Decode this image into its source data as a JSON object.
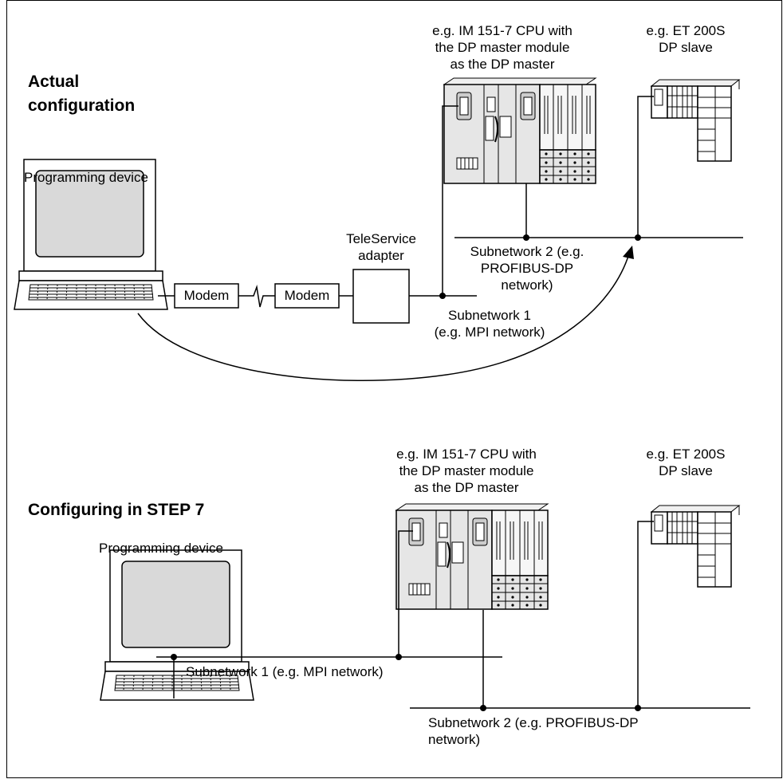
{
  "top": {
    "heading_line1": "Actual",
    "heading_line2": "configuration",
    "cpu_line1": "e.g. IM 151-7 CPU with",
    "cpu_line2": "the DP master module",
    "cpu_line3": "as the DP master",
    "slave_line1": "e.g. ET 200S",
    "slave_line2": "DP slave",
    "pg_label": "Programming device",
    "modem_left": "Modem",
    "modem_right": "Modem",
    "teleservice_line1": "TeleService",
    "teleservice_line2": "adapter",
    "subnet2_line1": "Subnetwork 2 (e.g.",
    "subnet2_line2": "PROFIBUS-DP",
    "subnet2_line3": "network)",
    "subnet1_line1": "Subnetwork 1",
    "subnet1_line2": "(e.g. MPI network)"
  },
  "bottom": {
    "heading": "Configuring in STEP 7",
    "cpu_line1": "e.g. IM 151-7 CPU with",
    "cpu_line2": "the DP master module",
    "cpu_line3": "as the DP master",
    "slave_line1": "e.g. ET 200S",
    "slave_line2": "DP slave",
    "pg_label": "Programming device",
    "subnet2_line1": "Subnetwork 2 (e.g. PROFIBUS-DP",
    "subnet2_line2": "network)",
    "subnet1": "Subnetwork 1 (e.g. MPI network)"
  }
}
